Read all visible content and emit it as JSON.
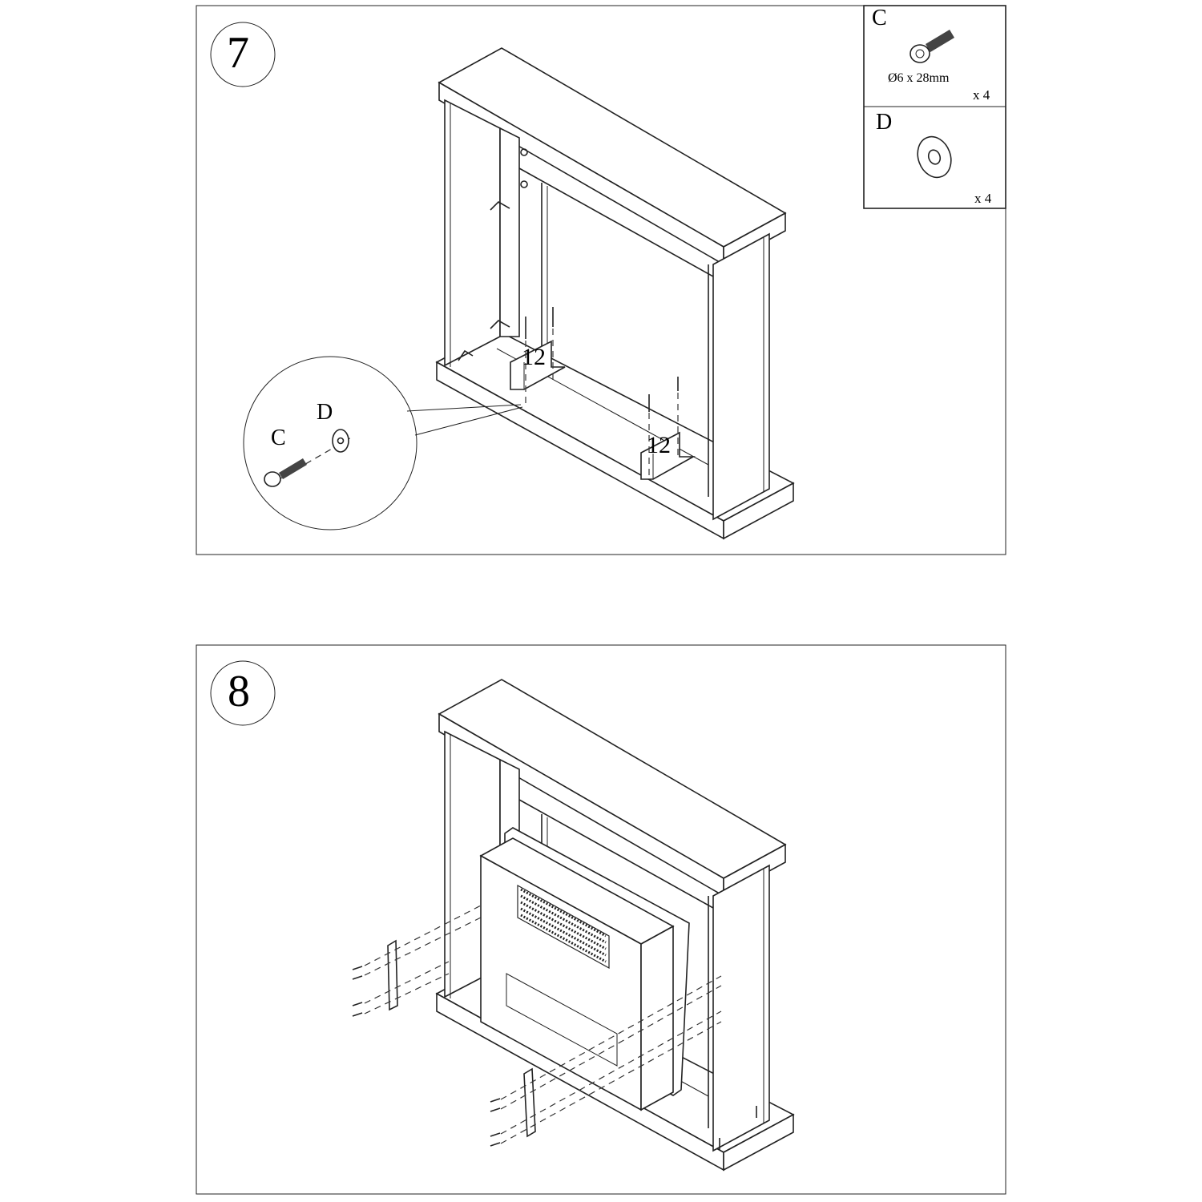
{
  "steps": [
    {
      "number": "7",
      "panel_label": "12",
      "detail": {
        "screw_label": "C",
        "washer_label": "D"
      },
      "parts": [
        {
          "letter": "C",
          "icon": "bolt-icon",
          "size": "Ø6 x 28mm",
          "quantity": "x 4"
        },
        {
          "letter": "D",
          "icon": "washer-icon",
          "quantity": "x 4"
        }
      ]
    },
    {
      "number": "8"
    }
  ]
}
